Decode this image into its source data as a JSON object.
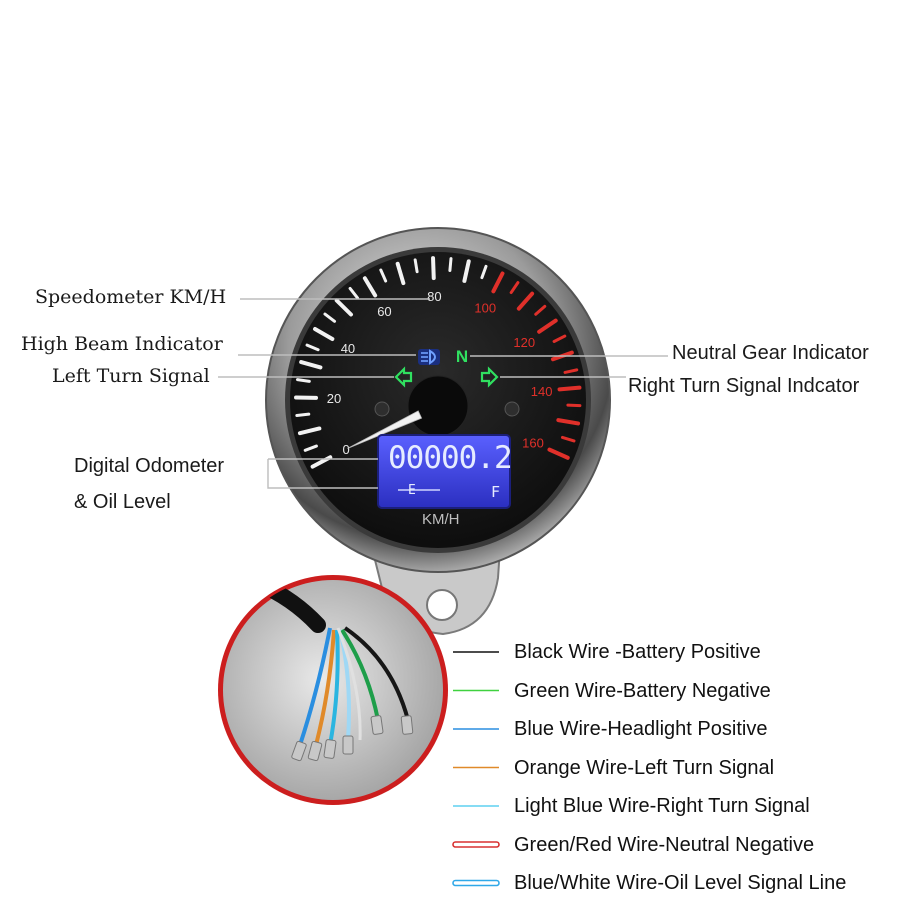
{
  "callouts": {
    "speedometer": "Speedometer KM/H",
    "high_beam": "High Beam Indicator",
    "left_turn": "Left Turn Signal",
    "neutral_gear": "Neutral Gear Indicator",
    "right_turn": "Right Turn Signal Indcator",
    "odometer_line1": "Digital Odometer",
    "odometer_line2": "& Oil Level"
  },
  "gauge": {
    "speed_labels": [
      "0",
      "20",
      "40",
      "60",
      "80",
      "100",
      "120",
      "140",
      "160"
    ],
    "unit": "KM/H",
    "odometer": "00000.2",
    "fuel_empty": "E",
    "fuel_full": "F",
    "neutral": "N",
    "needle_speed": 0
  },
  "wires": [
    {
      "label": "Black Wire -Battery Positive",
      "color": "#111111",
      "style": "single"
    },
    {
      "label": "Green Wire-Battery Negative",
      "color": "#3fd13f",
      "style": "single"
    },
    {
      "label": "Blue Wire-Headlight Positive",
      "color": "#2a8ee0",
      "style": "single"
    },
    {
      "label": "Orange Wire-Left Turn Signal",
      "color": "#e08a2a",
      "style": "single"
    },
    {
      "label": "Light Blue Wire-Right Turn Signal",
      "color": "#5fd0f0",
      "style": "single"
    },
    {
      "label": "Green/Red Wire-Neutral Negative",
      "color": "#d83030",
      "style": "double"
    },
    {
      "label": "Blue/White Wire-Oil Level Signal Line",
      "color": "#30a8e8",
      "style": "double"
    }
  ],
  "colors": {
    "bezel": "#bdbdbd",
    "dial": "#121212",
    "lcd": "#3a3fd8",
    "red_zone": "#e0302a",
    "indicator_green": "#30e060",
    "indicator_blue": "#2b6cff"
  }
}
